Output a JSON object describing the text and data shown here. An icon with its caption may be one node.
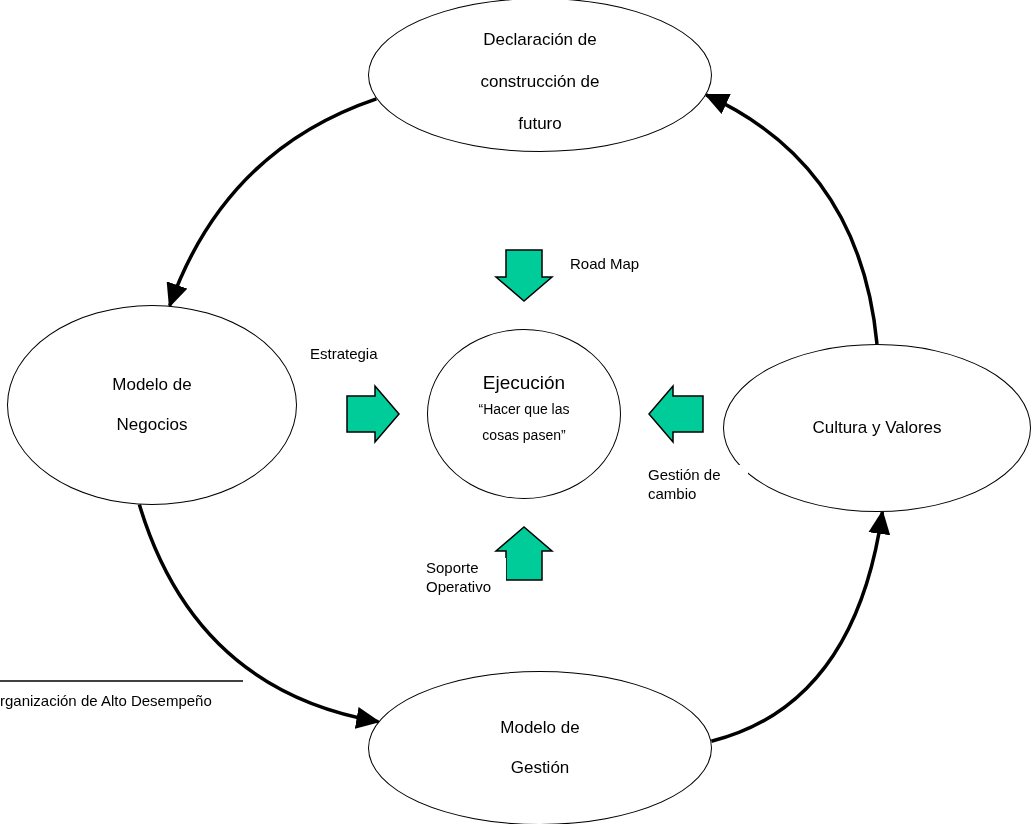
{
  "diagram": {
    "nodes": [
      {
        "text": [
          "Declaración de construcción de futuro"
        ]
      },
      {
        "text": [
          "Modelo de Negocios"
        ]
      },
      {
        "text": [
          "Ejecución",
          "“Hacer que las cosas pasen”"
        ]
      },
      {
        "text": [
          "Cultura y Valores"
        ]
      },
      {
        "text": [
          "Modelo de Gestión"
        ]
      }
    ],
    "edges": [
      {
        "from": 0,
        "to": 1,
        "arrow": "to"
      },
      {
        "from": 1,
        "to": 4,
        "arrow": "to"
      },
      {
        "from": 4,
        "to": 3,
        "arrow": "to"
      },
      {
        "from": 3,
        "to": 0,
        "arrow": "to"
      },
      {
        "from": null,
        "to": 2,
        "arrow": "to",
        "label": "Road Map",
        "color": "#00cc99"
      },
      {
        "from": null,
        "to": 2,
        "arrow": "to",
        "label": "Estrategia",
        "color": "#00cc99"
      },
      {
        "from": null,
        "to": 2,
        "arrow": "to",
        "label": "Gestión de cambio",
        "color": "#00cc99"
      },
      {
        "from": null,
        "to": 2,
        "arrow": "to",
        "label": "Soporte Operativo",
        "color": "#00cc99"
      }
    ],
    "labels": [
      "rganización de Alto Desempeño"
    ]
  }
}
